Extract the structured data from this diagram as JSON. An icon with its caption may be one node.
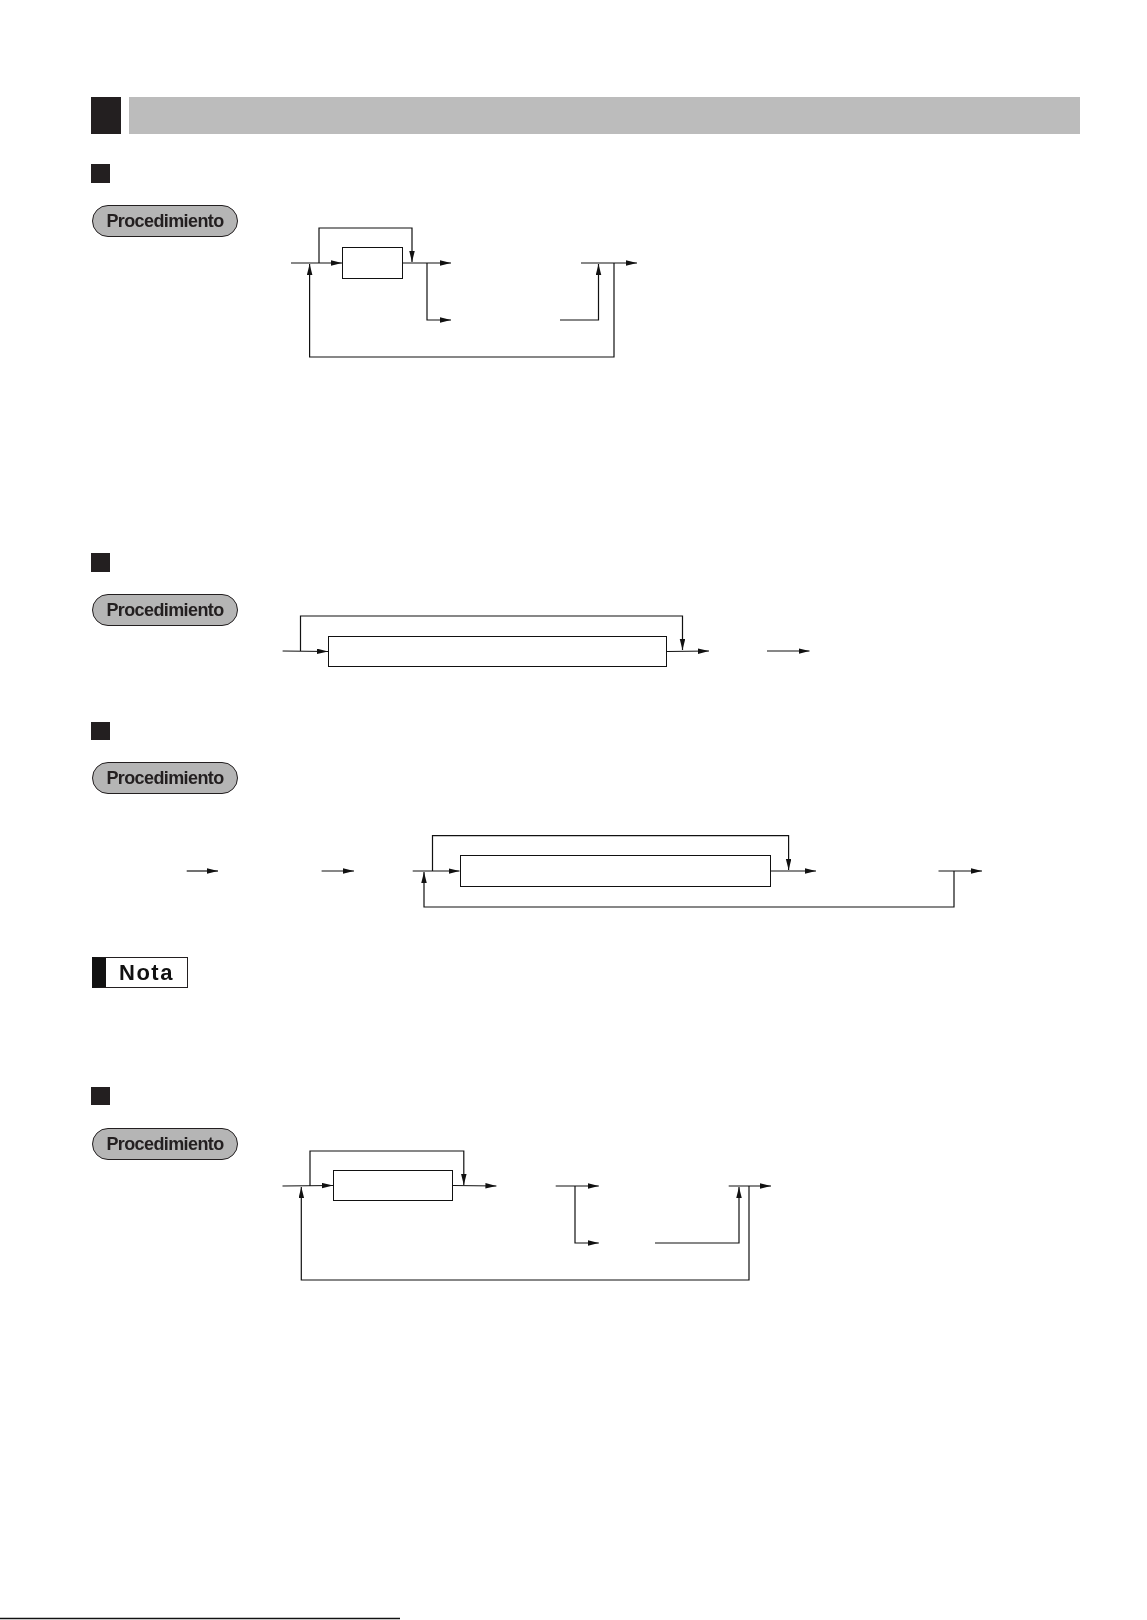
{
  "diagram": {
    "nodes": [
      {
        "text": [
          "Procedimiento"
        ]
      },
      {
        "text": [],
        "shape": "box"
      },
      {
        "text": [
          "Procedimiento"
        ]
      },
      {
        "text": [],
        "shape": "box"
      },
      {
        "text": [
          "Procedimiento"
        ]
      },
      {
        "text": [],
        "shape": "box"
      },
      {
        "text": [
          "Nota"
        ]
      },
      {
        "text": [
          "Procedimiento"
        ]
      },
      {
        "text": [],
        "shape": "box"
      }
    ],
    "edges": [
      {
        "from": null,
        "to": 1,
        "arrow": "to"
      },
      {
        "from": 1,
        "to": null,
        "arrow": "to"
      },
      {
        "from": null,
        "to": 3,
        "arrow": "to"
      },
      {
        "from": 3,
        "to": null,
        "arrow": "to"
      },
      {
        "from": null,
        "to": 5,
        "arrow": "to"
      },
      {
        "from": 5,
        "to": null,
        "arrow": "to"
      },
      {
        "from": null,
        "to": 8,
        "arrow": "to"
      },
      {
        "from": 8,
        "to": null,
        "arrow": "to"
      }
    ]
  }
}
